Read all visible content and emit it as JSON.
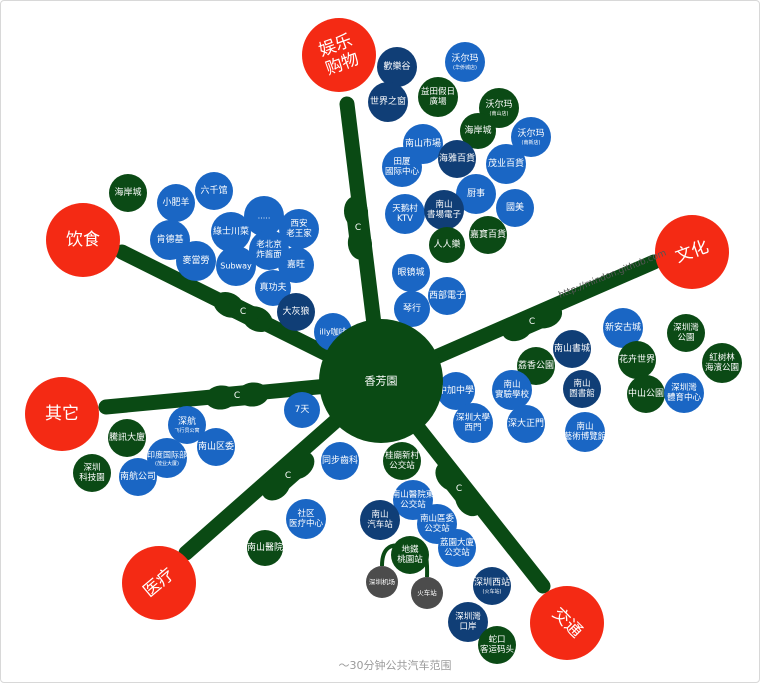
{
  "caption": "～30分钟公共汽车范围",
  "watermark": "http://mindon.github.com",
  "hub": "香芳園",
  "arm_marker": "C",
  "colors": {
    "category": "#f42a14",
    "arm": "#0a4a14",
    "blue": "#1a66c4",
    "navy": "#103e76",
    "green": "#0b4a15",
    "gray": "#4c4c4c"
  },
  "categories": [
    {
      "label": "娱乐\n购物"
    },
    {
      "label": "饮食"
    },
    {
      "label": "文化"
    },
    {
      "label": "其它"
    },
    {
      "label": "医疗"
    },
    {
      "label": "交通"
    }
  ],
  "places": [
    {
      "label": "歡樂谷"
    },
    {
      "label": "沃尔玛",
      "sub": "(华侨城店)"
    },
    {
      "label": "世界之窗"
    },
    {
      "label": "益田假日\n廣場"
    },
    {
      "label": "沃尔玛",
      "sub": "(南山店)"
    },
    {
      "label": "海岸城"
    },
    {
      "label": "沃尔玛",
      "sub": "(南新店)"
    },
    {
      "label": "南山市場"
    },
    {
      "label": "海雅百貨"
    },
    {
      "label": "茂业百貨"
    },
    {
      "label": "田厦\n國际中心"
    },
    {
      "label": "厨事"
    },
    {
      "label": "天鹅村\nKTV"
    },
    {
      "label": "南山\n書場電子"
    },
    {
      "label": "國美"
    },
    {
      "label": "人人樂"
    },
    {
      "label": "嘉寶百貨"
    },
    {
      "label": "眼镜城"
    },
    {
      "label": "西部電子"
    },
    {
      "label": "琴行"
    },
    {
      "label": "海岸城"
    },
    {
      "label": "小肥羊"
    },
    {
      "label": "六千馆"
    },
    {
      "label": "....."
    },
    {
      "label": "西安\n老王家"
    },
    {
      "label": "肯德基"
    },
    {
      "label": "綠士川菜"
    },
    {
      "label": "老北京\n炸酱面"
    },
    {
      "label": "麥當勞"
    },
    {
      "label": "Subway"
    },
    {
      "label": "嘉旺"
    },
    {
      "label": "真功夫"
    },
    {
      "label": "大灰狼"
    },
    {
      "label": "illy咖啡"
    },
    {
      "label": "新安古城"
    },
    {
      "label": "深圳灣\n公園"
    },
    {
      "label": "南山書城"
    },
    {
      "label": "荔香公園"
    },
    {
      "label": "花卉世界"
    },
    {
      "label": "紅树林\n海濱公園"
    },
    {
      "label": "中加中學"
    },
    {
      "label": "南山\n實驗學校"
    },
    {
      "label": "南山\n圖書館"
    },
    {
      "label": "中山公園"
    },
    {
      "label": "深圳灣\n體育中心"
    },
    {
      "label": "深圳大學\n西門"
    },
    {
      "label": "深大正門"
    },
    {
      "label": "南山\n藝術博覽館"
    },
    {
      "label": "7天"
    },
    {
      "label": "深航",
      "sub": "飞行员公寓"
    },
    {
      "label": "南山区委"
    },
    {
      "label": "騰訊大廈"
    },
    {
      "label": "印度国际部",
      "sub": "(茂业大厦)"
    },
    {
      "label": "深圳\n科技園"
    },
    {
      "label": "南航公司"
    },
    {
      "label": "同步齒科"
    },
    {
      "label": "社区\n医疗中心"
    },
    {
      "label": "南山醫院"
    },
    {
      "label": "桂廟新村\n公交站"
    },
    {
      "label": "南山醫院東\n公交站"
    },
    {
      "label": "南山\n汽车站"
    },
    {
      "label": "南山區委\n公交站"
    },
    {
      "label": "地鐵\n桃園站"
    },
    {
      "label": "荔園大廈\n公交站"
    },
    {
      "label": "深圳机场"
    },
    {
      "label": "火车站"
    },
    {
      "label": "深圳西站",
      "sub": "(火车站)"
    },
    {
      "label": "深圳灣\n口岸"
    },
    {
      "label": "蛇口\n客运码头"
    }
  ]
}
